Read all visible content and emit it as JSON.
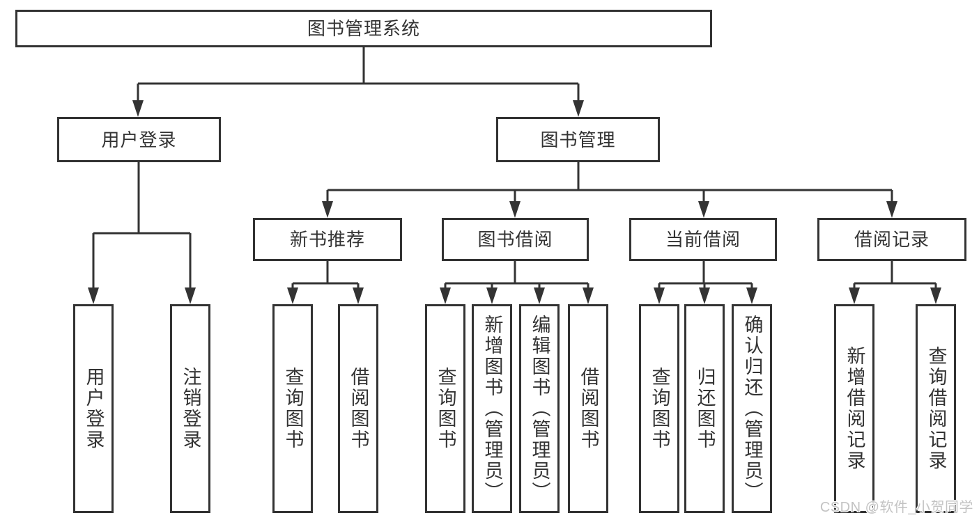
{
  "colors": {
    "line": "#333333",
    "node_border": "#333333",
    "node_background": "#ffffff",
    "text": "#333333",
    "watermark": "#c3c3c3",
    "page_background": "#ffffff"
  },
  "nodes": {
    "root": "图书管理系统",
    "userLogin": "用户登录",
    "bookManagement": "图书管理",
    "loginLeaf": "用户登录",
    "logoutLeaf": "注销登录",
    "newBookRecommend": "新书推荐",
    "bookBorrowing": "图书借阅",
    "currentBorrowing": "当前借阅",
    "borrowingRecords": "借阅记录",
    "nbQueryBooks": "查询图书",
    "nbBorrowBooks": "借阅图书",
    "bbQueryBooks": "查询图书",
    "bbAddBooksAdmin": "新增图书（管理员）",
    "bbEditBooksAdmin": "编辑图书（管理员）",
    "bbBorrowBooks": "借阅图书",
    "cbQueryBooks": "查询图书",
    "cbReturnBooks": "归还图书",
    "cbConfirmReturnAdmin": "确认归还（管理员）",
    "brAddRecord": "新增借阅记录",
    "brQueryRecord": "查询借阅记录"
  },
  "watermark": "CSDN @软件_小贺同学"
}
